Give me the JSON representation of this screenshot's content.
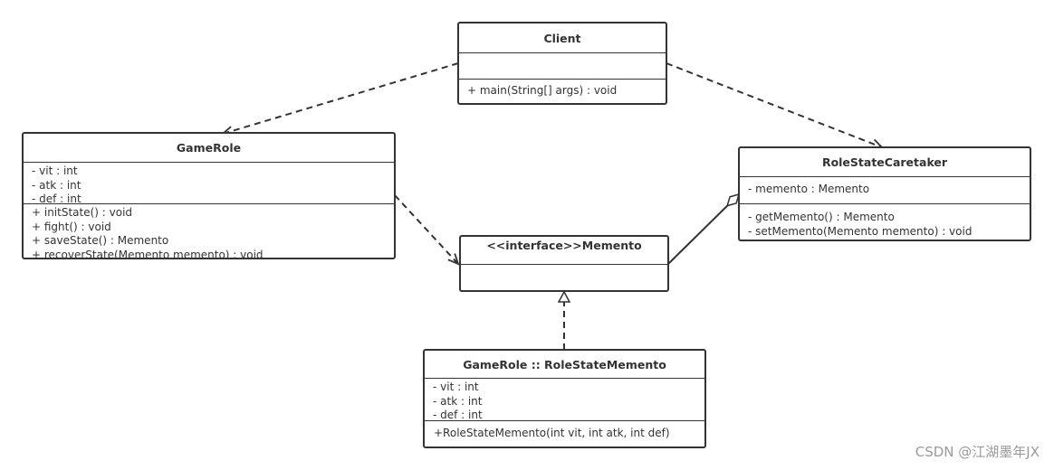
{
  "classes": {
    "client": {
      "name": "Client",
      "attributes": [],
      "operations": [
        "+ main(String[] args) : void"
      ]
    },
    "gamerole": {
      "name": "GameRole",
      "attributes": [
        "- vit : int",
        "- atk : int",
        "- def : int"
      ],
      "operations": [
        "+ initState() : void",
        "+ fight() : void",
        "+ saveState() : Memento",
        "+ recoverState(Memento    memento) : void"
      ]
    },
    "caretaker": {
      "name": "RoleStateCaretaker",
      "attributes": [
        "- memento : Memento"
      ],
      "operations": [
        "- getMemento() : Memento",
        "- setMemento(Memento memento) : void"
      ]
    },
    "memento": {
      "name": "<<interface>>Memento",
      "attributes": [],
      "operations": []
    },
    "rolememento": {
      "name": "GameRole :: RoleStateMemento",
      "attributes": [
        "- vit : int",
        "- atk : int",
        "- def : int"
      ],
      "operations": [
        "+RoleStateMemento(int vit, int atk, int def)"
      ]
    }
  },
  "relations": [
    {
      "from": "Client",
      "to": "GameRole",
      "type": "dependency"
    },
    {
      "from": "Client",
      "to": "RoleStateCaretaker",
      "type": "dependency"
    },
    {
      "from": "GameRole",
      "to": "<<interface>>Memento",
      "type": "dependency"
    },
    {
      "from": "RoleStateCaretaker",
      "to": "<<interface>>Memento",
      "type": "aggregation"
    },
    {
      "from": "GameRole :: RoleStateMemento",
      "to": "<<interface>>Memento",
      "type": "realization"
    }
  ],
  "watermark": "CSDN @江湖墨年JX"
}
